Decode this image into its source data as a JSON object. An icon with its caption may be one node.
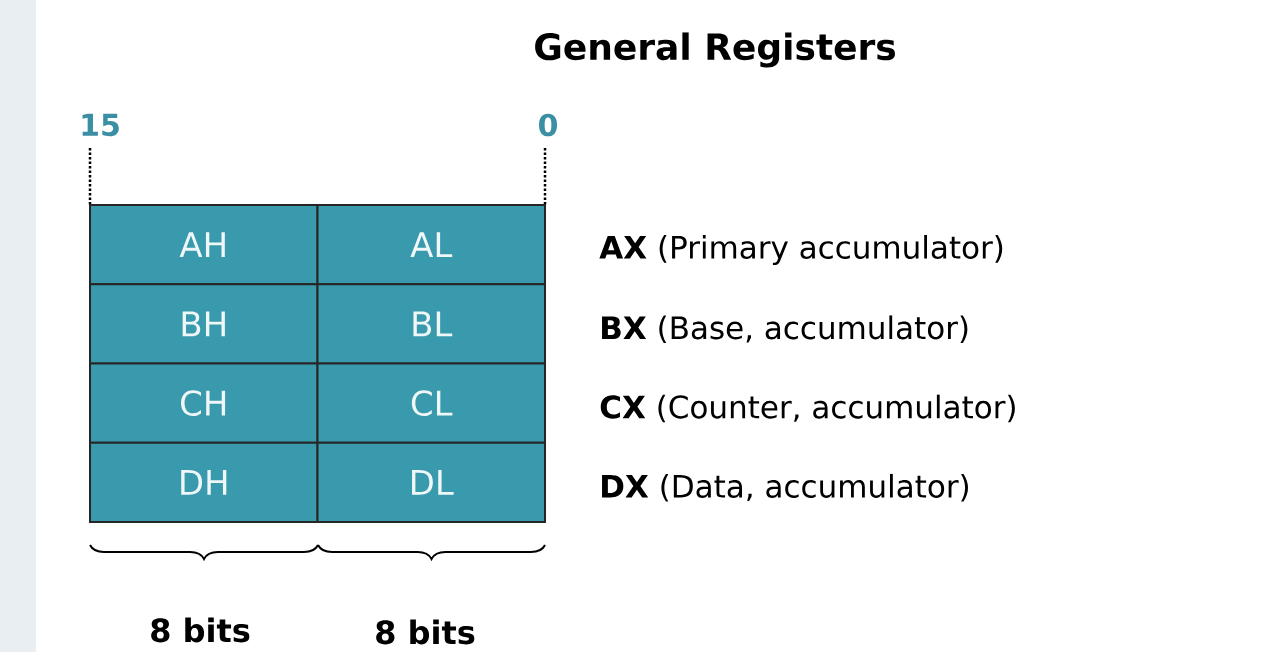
{
  "diagram": {
    "title": "General Registers",
    "nodes": [
      {
        "text": [
          "AH"
        ]
      },
      {
        "text": [
          "AL"
        ]
      },
      {
        "text": [
          "BH"
        ]
      },
      {
        "text": [
          "BL"
        ]
      },
      {
        "text": [
          "CH"
        ]
      },
      {
        "text": [
          "CL"
        ]
      },
      {
        "text": [
          "DH"
        ]
      },
      {
        "text": [
          "DL"
        ]
      }
    ],
    "labels": [
      "15",
      "0",
      "**AX** (Primary accumulator)",
      "**BX** (Base, accumulator)",
      "**CX** (Counter, accumulator)",
      "**DX** (Data, accumulator)",
      "8 bits",
      "8 bits"
    ]
  }
}
